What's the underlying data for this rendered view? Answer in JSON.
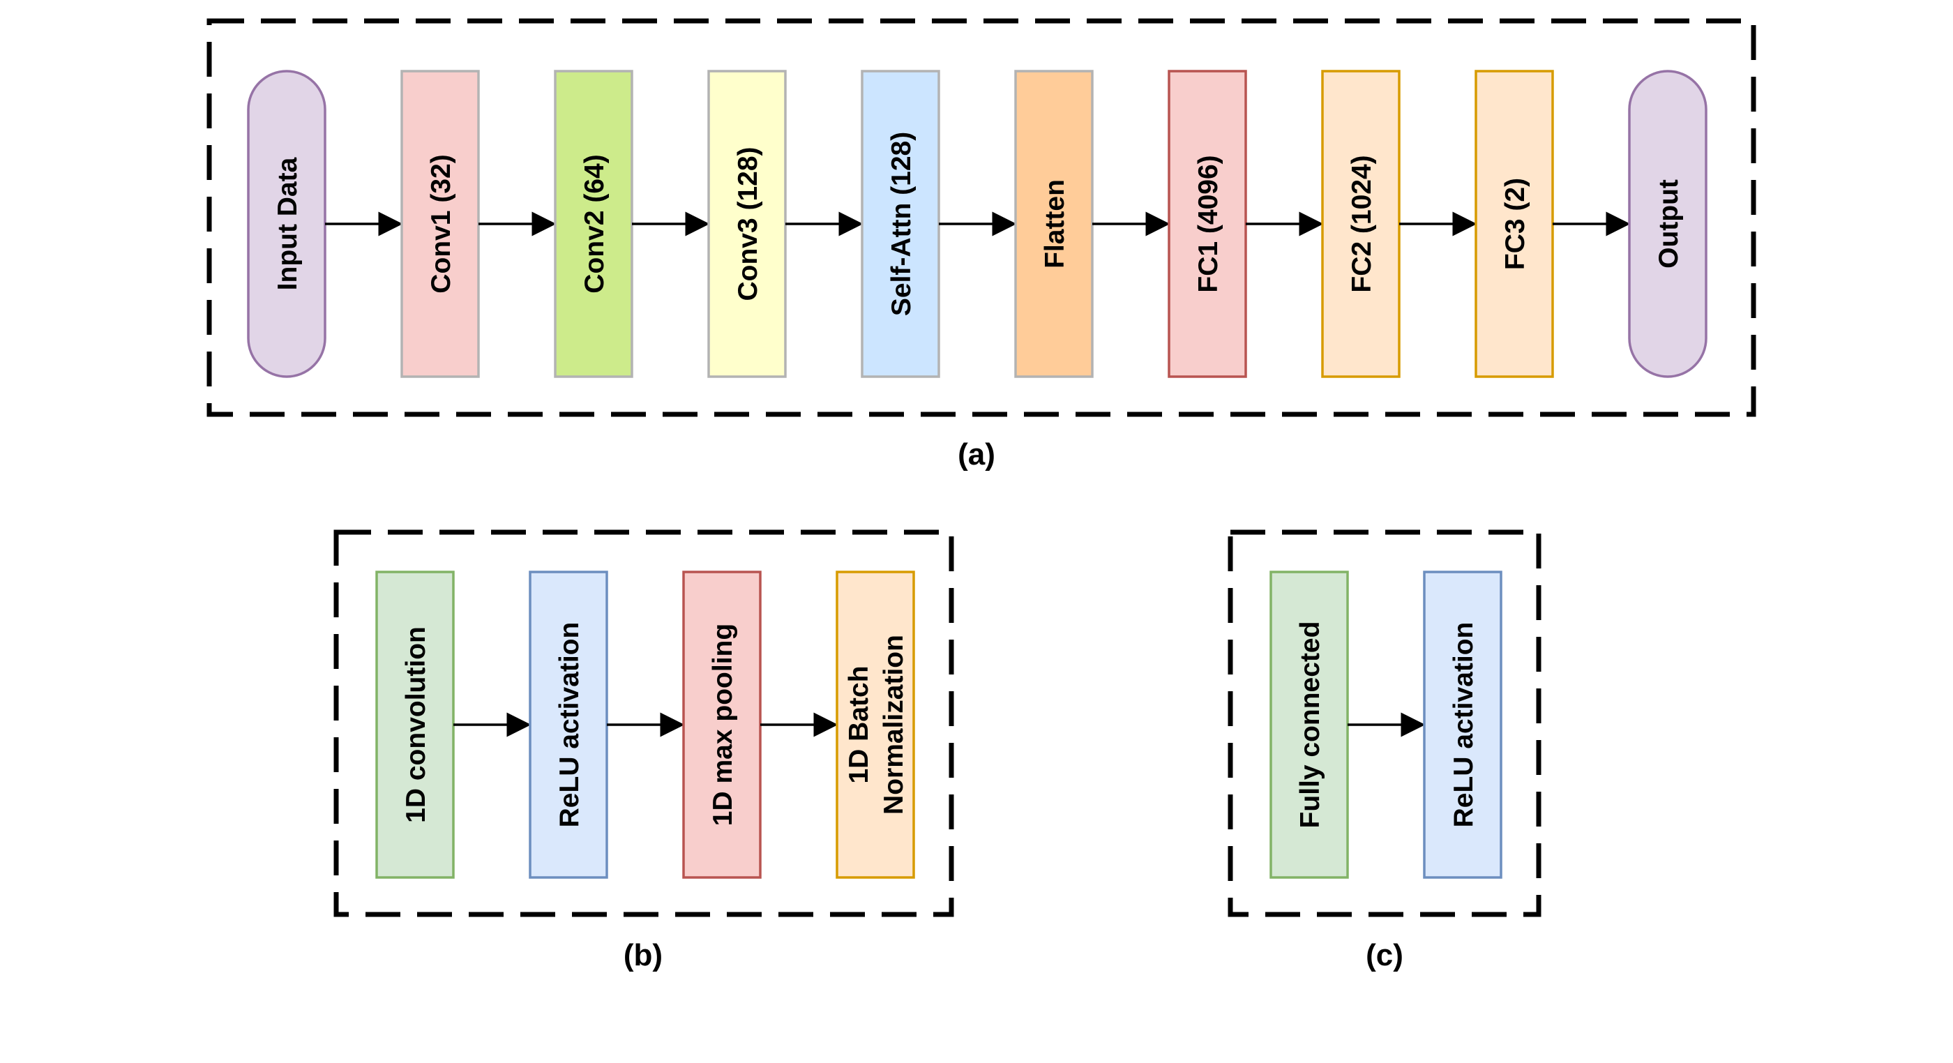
{
  "panel_a": {
    "caption": "(a)",
    "nodes": [
      {
        "label": "Input Data",
        "fill": "#e1d5e7",
        "stroke": "#9673a6",
        "shape": "pill"
      },
      {
        "label": "Conv1 (32)",
        "fill": "#f8cecc",
        "stroke": "#b3b3b3"
      },
      {
        "label": "Conv2 (64)",
        "fill": "#cdeb8b",
        "stroke": "#b3b3b3"
      },
      {
        "label": "Conv3 (128)",
        "fill": "#ffffcc",
        "stroke": "#b3b3b3"
      },
      {
        "label": "Self-Attn (128)",
        "fill": "#cce5ff",
        "stroke": "#b3b3b3"
      },
      {
        "label": "Flatten",
        "fill": "#ffcc99",
        "stroke": "#b3b3b3"
      },
      {
        "label": "FC1 (4096)",
        "fill": "#f8cecc",
        "stroke": "#b85450"
      },
      {
        "label": "FC2 (1024)",
        "fill": "#ffe6cc",
        "stroke": "#d79b00"
      },
      {
        "label": "FC3 (2)",
        "fill": "#ffe6cc",
        "stroke": "#d79b00"
      },
      {
        "label": "Output",
        "fill": "#e1d5e7",
        "stroke": "#9673a6",
        "shape": "pill"
      }
    ]
  },
  "panel_b": {
    "caption": "(b)",
    "nodes": [
      {
        "label": "1D convolution",
        "fill": "#d5e8d4",
        "stroke": "#82b366"
      },
      {
        "label": "ReLU activation",
        "fill": "#dae8fc",
        "stroke": "#6c8ebf"
      },
      {
        "label": "1D max pooling",
        "fill": "#f8cecc",
        "stroke": "#b85450"
      },
      {
        "label": "1D Batch\nNormalization",
        "fill": "#ffe6cc",
        "stroke": "#d79b00"
      }
    ]
  },
  "panel_c": {
    "caption": "(c)",
    "nodes": [
      {
        "label": "Fully connected",
        "fill": "#d5e8d4",
        "stroke": "#82b366"
      },
      {
        "label": "ReLU activation",
        "fill": "#dae8fc",
        "stroke": "#6c8ebf"
      }
    ]
  },
  "colors": {
    "line": "#000000",
    "background": "#ffffff"
  }
}
